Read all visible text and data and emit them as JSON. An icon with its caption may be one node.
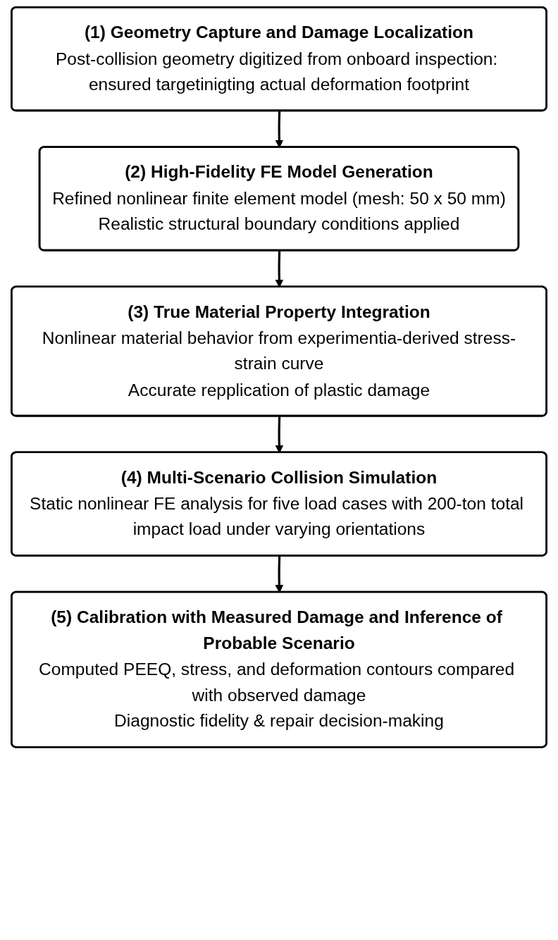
{
  "diagram": {
    "nodes": [
      {
        "text": [
          "(1) Geometry Capture and Damage Localization",
          "Post-collision geometry digitized from onboard inspection: ensured targetinigting actual deformation footprint"
        ]
      },
      {
        "text": [
          "(2) High-Fidelity FE Model Generation",
          "Refined nonlinear finite element model (mesh: 50 x 50 mm)",
          "Realistic structural boundary conditions applied"
        ]
      },
      {
        "text": [
          "(3) True Material Property Integration",
          "Nonlinear material behavior from experimentia-derived stress-strain curve",
          "Accurate repplication of plastic damage"
        ]
      },
      {
        "text": [
          "(4) Multi-Scenario Collision Simulation",
          "Static nonlinear FE analysis for five load cases with 200-ton total impact load under varying orientations"
        ]
      },
      {
        "text": [
          "(5) Calibration with Measured Damage and Inference of Probable Scenario",
          "Computed PEEQ, stress, and deformation contours compared with observed damage",
          "Diagnostic fidelity & repair decision-making"
        ]
      }
    ],
    "edges": [
      {
        "from": 0,
        "to": 1,
        "arrow": "to"
      },
      {
        "from": 1,
        "to": 2,
        "arrow": "to"
      },
      {
        "from": 2,
        "to": 3,
        "arrow": "to"
      },
      {
        "from": 3,
        "to": 4,
        "arrow": "to"
      }
    ]
  }
}
